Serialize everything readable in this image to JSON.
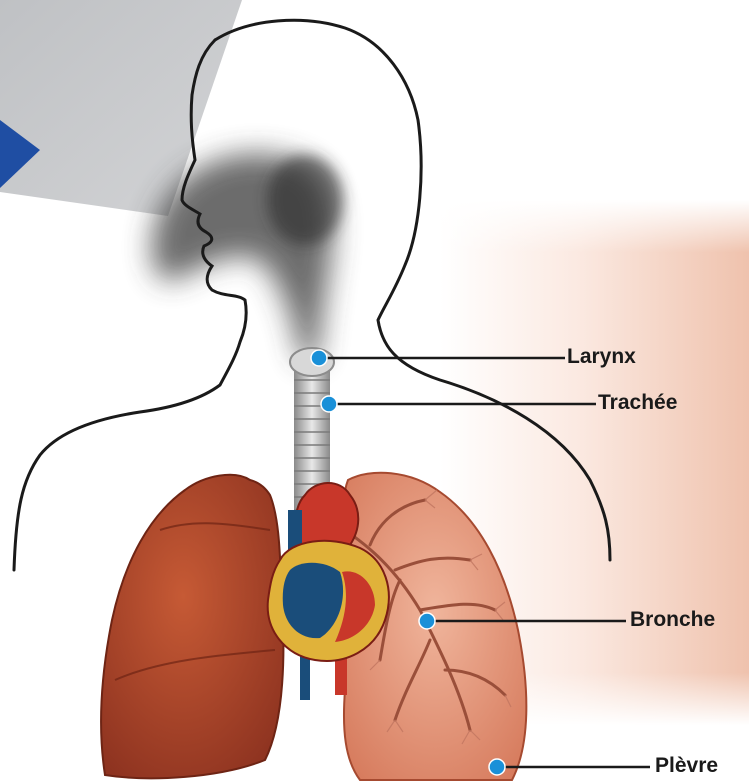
{
  "labels": {
    "larynx": "Larynx",
    "trachee": "Trachée",
    "bronche": "Bronche",
    "plevre": "Plèvre"
  },
  "colors": {
    "marker": "#1a90d8",
    "banner_arrow": "#1f4ea3",
    "banner_panel": "#c4c6c8",
    "lung": "#b24a2c",
    "lung_pale": "#e9a58c",
    "heart_red": "#c8372a",
    "heart_blue": "#1a4d7a",
    "fade_panel": "#f1c9b6"
  },
  "icons": {
    "banner": "play-arrow-icon"
  }
}
